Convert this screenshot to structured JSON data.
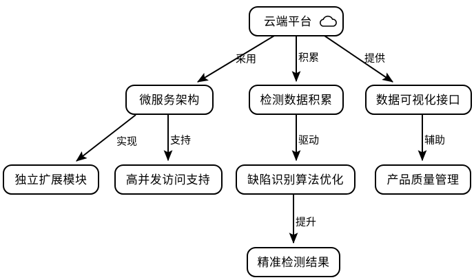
{
  "diagram": {
    "type": "flowchart",
    "direction": "top-down",
    "background_color": "#ffffff",
    "line_color": "#000000",
    "node_fill": "#ffffff",
    "nodes": [
      {
        "id": "cloud-platform",
        "label": "云端平台",
        "icon": "cloud-icon",
        "shape": "rounded-rect"
      },
      {
        "id": "microservice",
        "label": "微服务架构",
        "icon": null,
        "shape": "rounded-rect"
      },
      {
        "id": "data-accumulation",
        "label": "检测数据积累",
        "icon": null,
        "shape": "rounded-rect"
      },
      {
        "id": "visualization-api",
        "label": "数据可视化接口",
        "icon": null,
        "shape": "rounded-rect"
      },
      {
        "id": "independent-module",
        "label": "独立扩展模块",
        "icon": null,
        "shape": "rounded-rect"
      },
      {
        "id": "high-concurrency",
        "label": "高并发访问支持",
        "icon": null,
        "shape": "rounded-rect"
      },
      {
        "id": "algorithm-optimize",
        "label": "缺陷识别算法优化",
        "icon": null,
        "shape": "rounded-rect"
      },
      {
        "id": "quality-management",
        "label": "产品质量管理",
        "icon": null,
        "shape": "rounded-rect"
      },
      {
        "id": "accurate-result",
        "label": "精准检测结果",
        "icon": null,
        "shape": "rounded-rect"
      }
    ],
    "edges": [
      {
        "id": "e1",
        "from": "cloud-platform",
        "to": "microservice",
        "label": "采用"
      },
      {
        "id": "e2",
        "from": "cloud-platform",
        "to": "data-accumulation",
        "label": "积累"
      },
      {
        "id": "e3",
        "from": "cloud-platform",
        "to": "visualization-api",
        "label": "提供"
      },
      {
        "id": "e4",
        "from": "microservice",
        "to": "independent-module",
        "label": "实现"
      },
      {
        "id": "e5",
        "from": "microservice",
        "to": "high-concurrency",
        "label": "支持"
      },
      {
        "id": "e6",
        "from": "data-accumulation",
        "to": "algorithm-optimize",
        "label": "驱动"
      },
      {
        "id": "e7",
        "from": "visualization-api",
        "to": "quality-management",
        "label": "辅助"
      },
      {
        "id": "e8",
        "from": "algorithm-optimize",
        "to": "accurate-result",
        "label": "提升"
      }
    ]
  }
}
